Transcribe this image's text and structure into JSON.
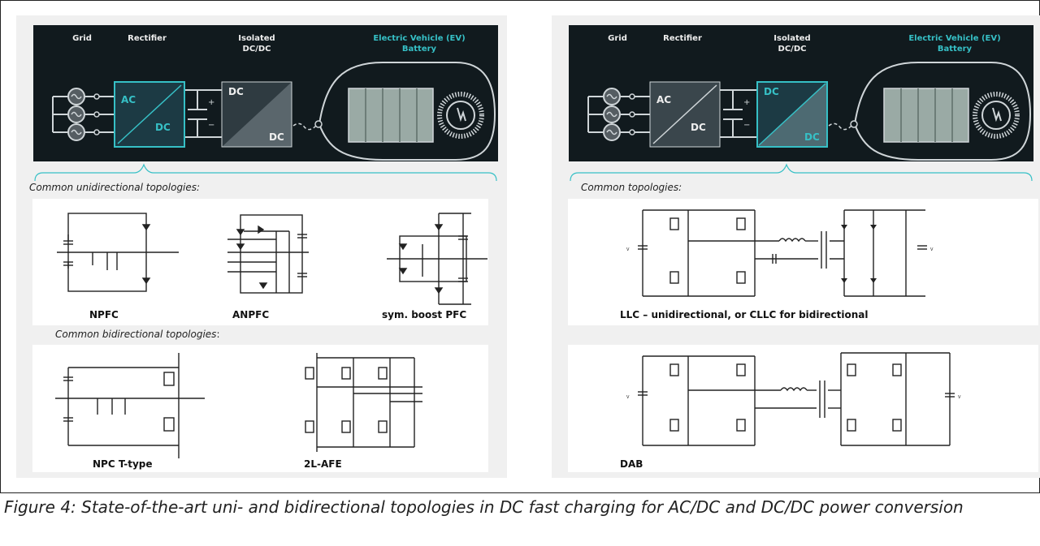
{
  "left": {
    "header": {
      "grid": "Grid",
      "rectifier": "Rectifier",
      "isolated": "Isolated",
      "dcdc": "DC/DC",
      "ev_title": "Electric Vehicle (EV)",
      "ev_sub": "Battery",
      "ac": "AC",
      "dc1": "DC",
      "dc2": "DC",
      "dc3": "DC",
      "highlight": "rectifier"
    },
    "uni_caption": "Common unidirectional topologies:",
    "uni_labels": [
      "NPFC",
      "ANPFC",
      "sym. boost PFC"
    ],
    "bi_caption": "Common bidirectional topologies",
    "bi_caption_colon": ":",
    "bi_labels": [
      "NPC T-type",
      "2L-AFE"
    ]
  },
  "right": {
    "header": {
      "grid": "Grid",
      "rectifier": "Rectifier",
      "isolated": "Isolated",
      "dcdc": "DC/DC",
      "ev_title": "Electric Vehicle (EV)",
      "ev_sub": "Battery",
      "ac": "AC",
      "dc1": "DC",
      "dc2": "DC",
      "dc3": "DC",
      "highlight": "dcdc"
    },
    "caption": "Common topologies:",
    "llc_label": "LLC – unidirectional, or CLLC for bidirectional",
    "dab_label": "DAB"
  },
  "figure_caption": "Figure 4: State-of-the-art uni- and bidirectional topologies in DC fast charging for AC/DC and DC/DC power conversion",
  "colors": {
    "teal": "#36c0c6",
    "header_bg": "#111a1e",
    "panel_bg": "#f0f0f0"
  }
}
